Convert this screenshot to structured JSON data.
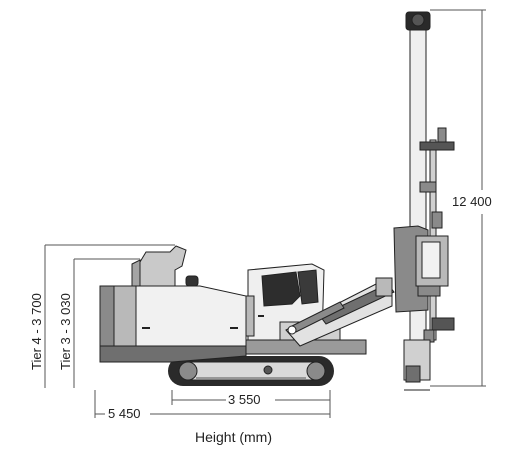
{
  "labels": {
    "height_total": "12 400",
    "tier4_height": "Tier 4 - 3 700",
    "tier3_height": "Tier 3 - 3 030",
    "track_length": "3 550",
    "overall_length": "5 450",
    "caption": "Height (mm)"
  },
  "colors": {
    "body_fill": "#f1f1f1",
    "body_dark": "#8a8a8a",
    "body_mid": "#b9b9b9",
    "outline": "#222222",
    "track": "#2a2a2a",
    "dimension_line": "#555555"
  }
}
